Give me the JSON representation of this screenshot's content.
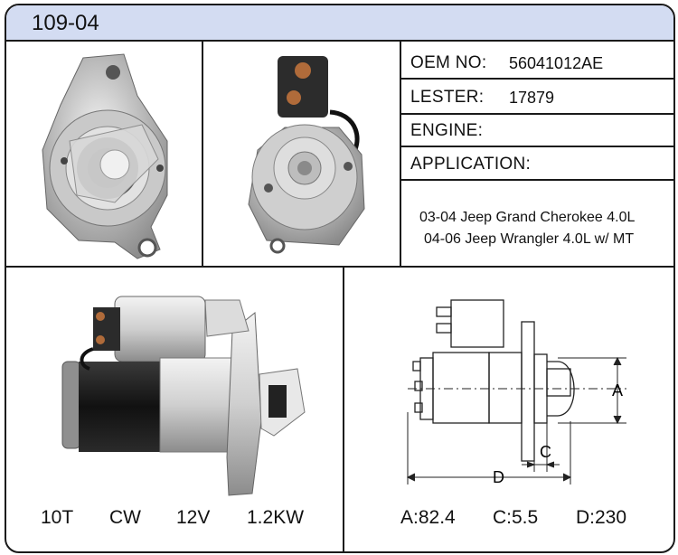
{
  "header": {
    "part_number": "109-04"
  },
  "info": {
    "oem_label": "OEM NO:",
    "oem_value": "56041012AE",
    "lester_label": "LESTER:",
    "lester_value": "17879",
    "engine_label": "ENGINE:",
    "engine_value": "",
    "application_label": "APPLICATION:",
    "applications": [
      "03-04 Jeep Grand Cherokee 4.0L",
      "04-06 Jeep Wrangler 4.0L w/ MT"
    ]
  },
  "specs": {
    "teeth": "10T",
    "rotation": "CW",
    "voltage": "12V",
    "power": "1.2KW"
  },
  "dimensions": {
    "a_label": "A",
    "c_label": "C",
    "d_label": "D",
    "a_value": "A:82.4",
    "c_value": "C:5.5",
    "d_value": "D:230"
  }
}
